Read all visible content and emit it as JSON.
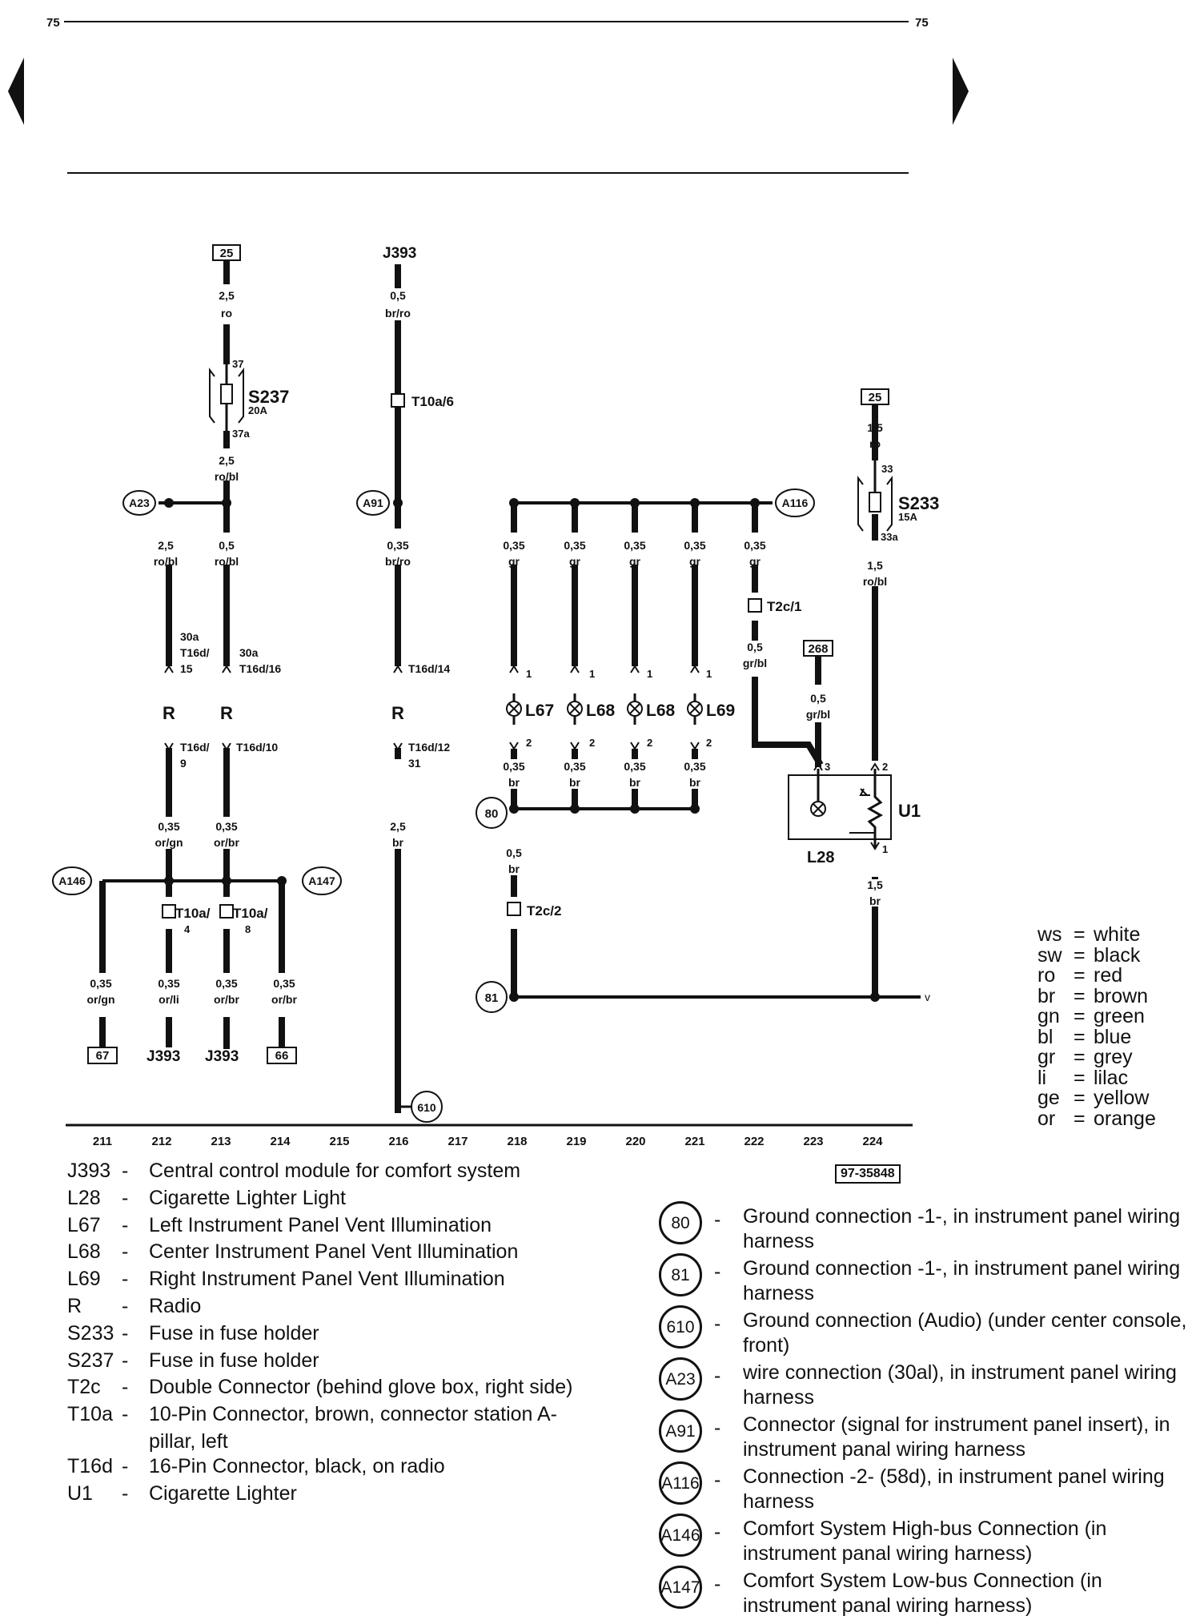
{
  "page": {
    "number_left": "75",
    "number_right": "75",
    "figure_ref": "97-35848"
  },
  "tracks": [
    "211",
    "212",
    "213",
    "214",
    "215",
    "216",
    "217",
    "218",
    "219",
    "220",
    "221",
    "222",
    "223",
    "224"
  ],
  "labels": {
    "fuse_ref_1": "25",
    "fuse_ref_2": "25",
    "ref_268": "268",
    "ref_67": "67",
    "ref_66": "66",
    "j393_top": "J393",
    "j393_a": "J393",
    "j393_b": "J393",
    "s237": "S237",
    "s237_amp": "20A",
    "s237_in": "37",
    "s237_out": "37a",
    "s233": "S233",
    "s233_amp": "15A",
    "s233_in": "33",
    "s233_out": "33a",
    "t10a6": "T10a/6",
    "t2c1": "T2c/1",
    "t2c2": "T2c/2",
    "t10a4": "T10a/",
    "t10a4_n": "4",
    "t10a8": "T10a/",
    "t10a8_n": "8",
    "t16d15": "T16d/",
    "t16d15_n": "15",
    "t16d16": "T16d/16",
    "t16d14": "T16d/14",
    "t16d9": "T16d/",
    "t16d9_n": "9",
    "t16d10": "T16d/10",
    "t16d12": "T16d/12",
    "t16d12_n": "31",
    "term30a_1": "30a",
    "term30a_2": "30a",
    "radio_1": "R",
    "radio_2": "R",
    "radio_3": "R",
    "l67": "L67",
    "l68a": "L68",
    "l68b": "L68",
    "l69": "L69",
    "l28": "L28",
    "u1": "U1",
    "pin1": "1",
    "pin2": "2",
    "pin3": "3",
    "a23": "A23",
    "a91": "A91",
    "a116": "A116",
    "a146": "A146",
    "a147": "A147",
    "g80": "80",
    "g81": "81",
    "g610": "610"
  },
  "wires": {
    "w1": [
      "2,5",
      "ro"
    ],
    "w2": [
      "2,5",
      "ro/bl"
    ],
    "w3": [
      "2,5",
      "ro/bl"
    ],
    "w4": [
      "0,5",
      "ro/bl"
    ],
    "w5": [
      "0,5",
      "br/ro"
    ],
    "w6": [
      "0,35",
      "br/ro"
    ],
    "w7": [
      "0,35",
      "gr"
    ],
    "w8": [
      "0,35",
      "gr"
    ],
    "w9": [
      "0,35",
      "gr"
    ],
    "w10": [
      "0,35",
      "gr"
    ],
    "w11": [
      "0,35",
      "gr"
    ],
    "w12": [
      "0,5",
      "gr/bl"
    ],
    "w13": [
      "0,5",
      "gr/bl"
    ],
    "w14": [
      "1,5",
      "ro"
    ],
    "w15": [
      "1,5",
      "ro/bl"
    ],
    "w16": [
      "0,35",
      "br"
    ],
    "w17": [
      "0,35",
      "br"
    ],
    "w18": [
      "0,35",
      "br"
    ],
    "w19": [
      "0,35",
      "br"
    ],
    "w20": [
      "0,5",
      "br"
    ],
    "w21": [
      "1,5",
      "br"
    ],
    "w22": [
      "0,35",
      "or/gn"
    ],
    "w23": [
      "0,35",
      "or/br"
    ],
    "w24": [
      "2,5",
      "br"
    ],
    "w25": [
      "0,35",
      "or/gn"
    ],
    "w26": [
      "0,35",
      "or/li"
    ],
    "w27": [
      "0,35",
      "or/br"
    ],
    "w28": [
      "0,35",
      "or/br"
    ]
  },
  "components": [
    {
      "code": "J393",
      "desc": "Central control module for comfort system"
    },
    {
      "code": "L28",
      "desc": "Cigarette Lighter Light"
    },
    {
      "code": "L67",
      "desc": "Left Instrument Panel Vent Illumination"
    },
    {
      "code": "L68",
      "desc": "Center Instrument Panel Vent Illumination"
    },
    {
      "code": "L69",
      "desc": "Right Instrument Panel Vent Illumination"
    },
    {
      "code": "R",
      "desc": "Radio"
    },
    {
      "code": "S233",
      "desc": "Fuse in fuse holder"
    },
    {
      "code": "S237",
      "desc": "Fuse in fuse holder"
    },
    {
      "code": "T2c",
      "desc": "Double Connector (behind glove box, right side)"
    },
    {
      "code": "T10a",
      "desc": "10-Pin Connector, brown, connector station A-pillar, left"
    },
    {
      "code": "T16d",
      "desc": "16-Pin Connector, black, on radio"
    },
    {
      "code": "U1",
      "desc": "Cigarette Lighter"
    }
  ],
  "connections": [
    {
      "code": "80",
      "desc": "Ground connection -1-, in instrument panel wiring harness"
    },
    {
      "code": "81",
      "desc": "Ground connection -1-, in instrument panel wiring harness"
    },
    {
      "code": "610",
      "desc": "Ground connection (Audio) (under center console, front)"
    },
    {
      "code": "A23",
      "desc": "wire connection (30al), in instrument panel wiring harness"
    },
    {
      "code": "A91",
      "desc": "Connector (signal for instrument panel insert), in instrument panal wiring harness"
    },
    {
      "code": "A116",
      "desc": "Connection -2- (58d), in instrument panel wiring harness"
    },
    {
      "code": "A146",
      "desc": "Comfort System High-bus Connection (in instrument panal wiring harness)"
    },
    {
      "code": "A147",
      "desc": "Comfort System Low-bus Connection (in instrument panal wiring harness)"
    }
  ],
  "color_codes": [
    {
      "abbr": "ws",
      "name": "white"
    },
    {
      "abbr": "sw",
      "name": "black"
    },
    {
      "abbr": "ro",
      "name": "red"
    },
    {
      "abbr": "br",
      "name": "brown"
    },
    {
      "abbr": "gn",
      "name": "green"
    },
    {
      "abbr": "bl",
      "name": "blue"
    },
    {
      "abbr": "gr",
      "name": "grey"
    },
    {
      "abbr": "li",
      "name": "lilac"
    },
    {
      "abbr": "ge",
      "name": "yellow"
    },
    {
      "abbr": "or",
      "name": "orange"
    }
  ]
}
